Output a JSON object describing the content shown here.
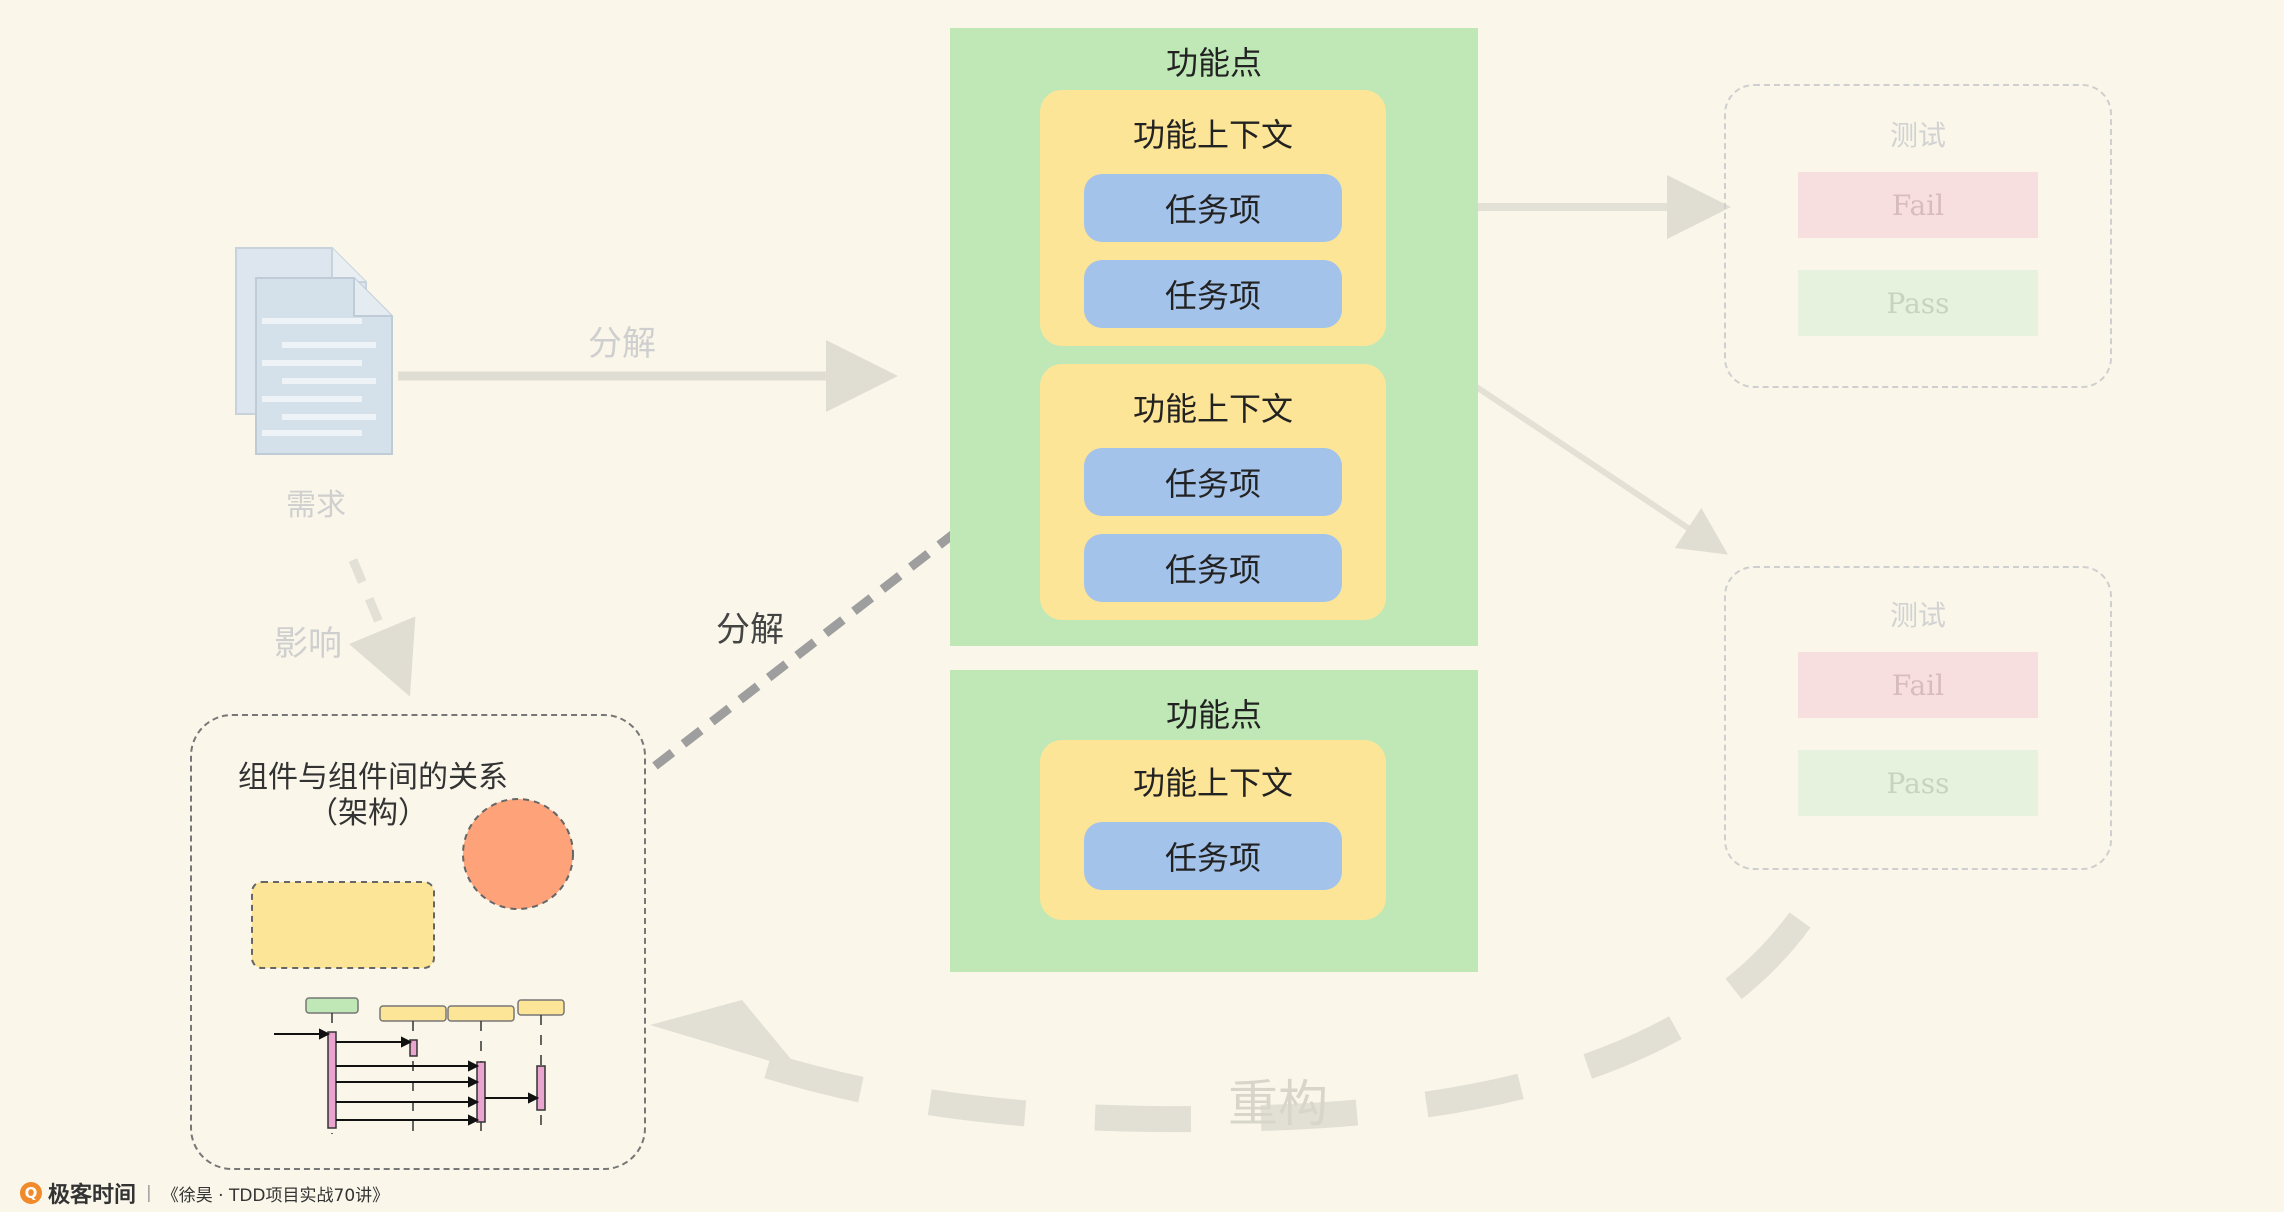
{
  "colors": {
    "background": "#faf7ea",
    "feature_bg": "#bfe8b6",
    "context_bg": "#fde597",
    "task_bg": "#a4c3ea",
    "fail_bg": "#f7dfe0",
    "pass_bg": "#e6f1de",
    "circle": "#fea27a"
  },
  "requirement": {
    "label": "需求",
    "icon": "document-icon"
  },
  "labels": {
    "decompose_top": "分解",
    "decompose_mid": "分解",
    "influence": "影响",
    "refactor": "重构"
  },
  "feature_points": [
    {
      "title": "功能点",
      "contexts": [
        {
          "title": "功能上下文",
          "tasks": [
            "任务项",
            "任务项"
          ]
        },
        {
          "title": "功能上下文",
          "tasks": [
            "任务项",
            "任务项"
          ]
        }
      ]
    },
    {
      "title": "功能点",
      "contexts": [
        {
          "title": "功能上下文",
          "tasks": [
            "任务项"
          ]
        }
      ]
    }
  ],
  "tests": [
    {
      "title": "测试",
      "fail": "Fail",
      "pass": "Pass"
    },
    {
      "title": "测试",
      "fail": "Fail",
      "pass": "Pass"
    }
  ],
  "architecture": {
    "title_line1": "组件与组件间的关系",
    "title_line2": "（架构）"
  },
  "footer": {
    "logo": "Q",
    "brand": "极客时间",
    "separator": "|",
    "course": "《徐昊 · TDD项目实战70讲》"
  }
}
